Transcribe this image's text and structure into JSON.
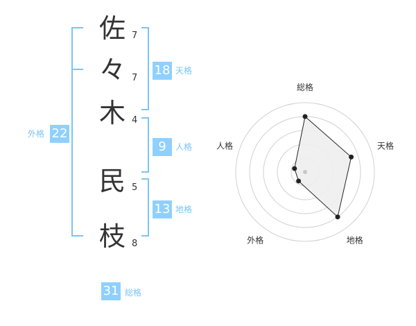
{
  "name": {
    "chars": [
      {
        "char": "佐",
        "strokes": "7"
      },
      {
        "char": "々",
        "strokes": "7"
      },
      {
        "char": "木",
        "strokes": "4"
      },
      {
        "char": "民",
        "strokes": "5"
      },
      {
        "char": "枝",
        "strokes": "8"
      }
    ]
  },
  "kaku": {
    "tenkaku": {
      "value": "18",
      "label": "天格"
    },
    "jinkaku": {
      "value": "9",
      "label": "人格"
    },
    "chikaku": {
      "value": "13",
      "label": "地格"
    },
    "gaikaku": {
      "value": "22",
      "label": "外格"
    },
    "soukaku": {
      "value": "31",
      "label": "総格"
    }
  },
  "chart_data": {
    "type": "radar",
    "axes": [
      "総格",
      "天格",
      "地格",
      "外格",
      "人格"
    ],
    "values": [
      4,
      3.5,
      4,
      0.8,
      0.8
    ],
    "max": 5,
    "rings": 5,
    "colors": {
      "fill": "#eeeeee",
      "line": "#222222",
      "grid": "#d0d0d0",
      "point": "#222222",
      "center": "#c8c8c8"
    }
  }
}
